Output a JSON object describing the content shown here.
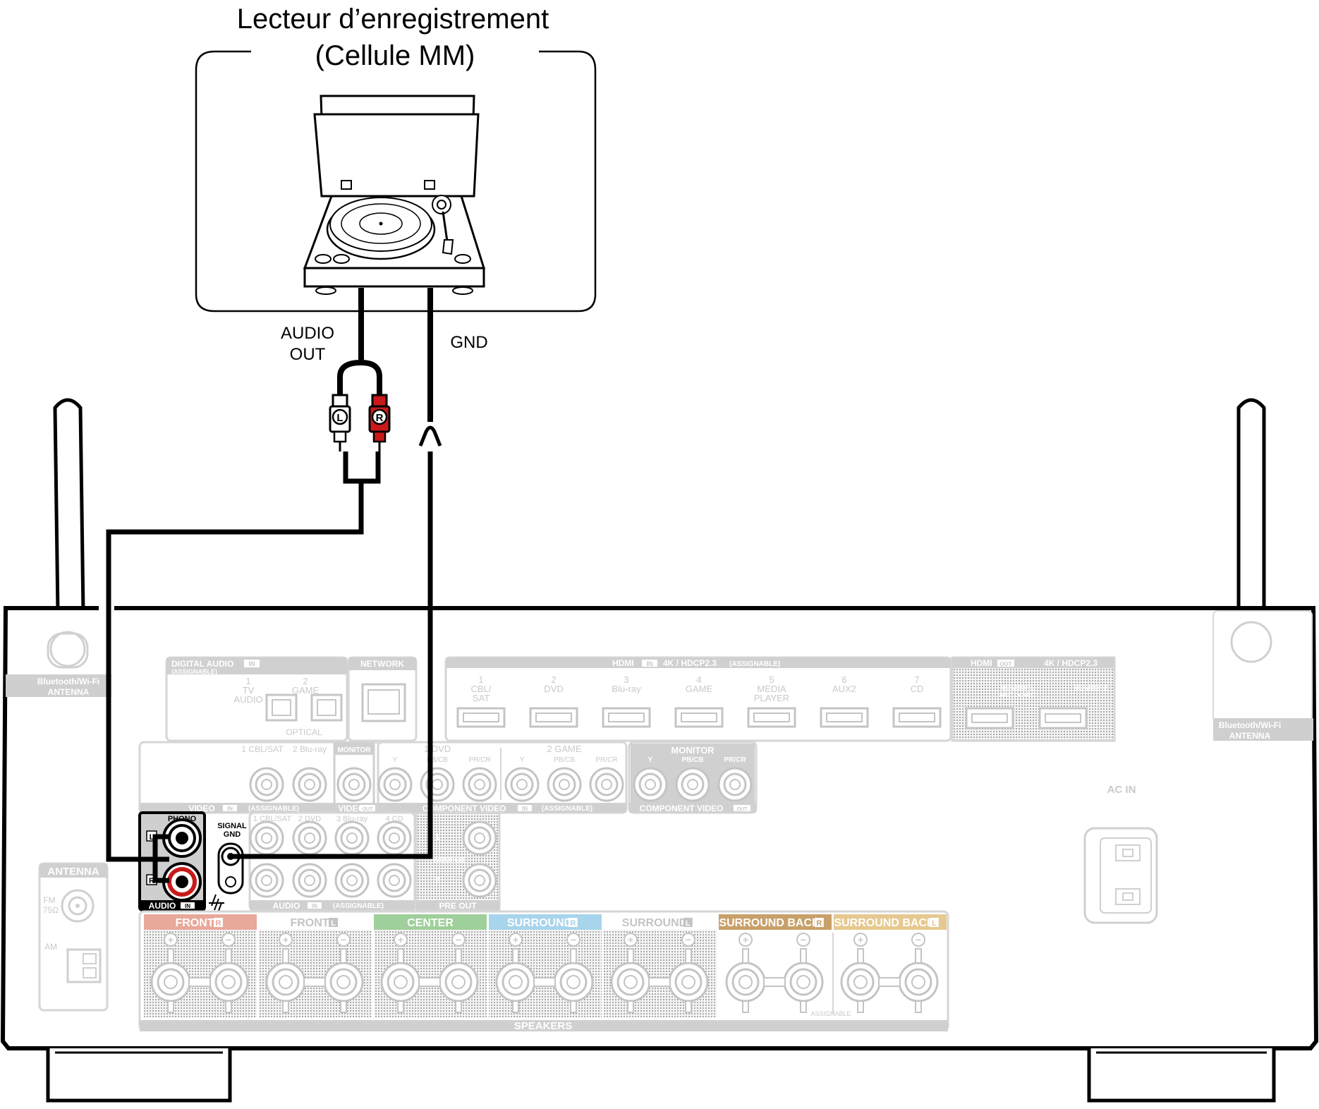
{
  "device": {
    "title_line1": "Lecteur d’enregistrement",
    "title_line2": "(Cellule MM)"
  },
  "cables": {
    "audio_out_line1": "AUDIO",
    "audio_out_line2": "OUT",
    "gnd": "GND",
    "plug_left": "L",
    "plug_right": "R"
  },
  "receiver": {
    "bt_antenna_left_line1": "Bluetooth/Wi-Fi",
    "bt_antenna_left_line2": "ANTENNA",
    "bt_antenna_right_line1": "Bluetooth/Wi-Fi",
    "bt_antenna_right_line2": "ANTENNA",
    "digital_audio": {
      "title": "DIGITAL AUDIO",
      "badge": "IN",
      "sub": "(ASSIGNABLE)",
      "port1_num": "1",
      "port1_line1": "TV",
      "port1_line2": "AUDIO",
      "port2_num": "2",
      "port2_line1": "GAME",
      "footer": "OPTICAL"
    },
    "network": {
      "title": "NETWORK"
    },
    "hdmi_in": {
      "title": "HDMI",
      "badge": "IN",
      "spec": "4K / HDCP2.3",
      "sub": "(ASSIGNABLE)",
      "inputs": [
        {
          "num": "1",
          "line1": "CBL/",
          "line2": "SAT"
        },
        {
          "num": "2",
          "line1": "DVD",
          "line2": ""
        },
        {
          "num": "3",
          "line1": "Blu-ray",
          "line2": ""
        },
        {
          "num": "4",
          "line1": "GAME",
          "line2": ""
        },
        {
          "num": "5",
          "line1": "MEDIA",
          "line2": "PLAYER"
        },
        {
          "num": "6",
          "line1": "AUX2",
          "line2": ""
        },
        {
          "num": "7",
          "line1": "CD",
          "line2": ""
        }
      ]
    },
    "hdmi_out": {
      "title": "HDMI",
      "badge": "OUT",
      "spec": "4K / HDCP2.3",
      "mon1_line1": "MONITOR1",
      "mon1_line2": "ARC / eARC",
      "mon2": "MONITOR2"
    },
    "video": {
      "in1": "1 CBL/SAT",
      "in2": "2 Blu-ray",
      "monitor": "MONITOR",
      "footer": "VIDEO",
      "footer_badge": "IN",
      "footer_sub": "(ASSIGNABLE)",
      "out_footer": "VIDEO",
      "out_badge": "OUT"
    },
    "component_in": {
      "group1": "1 DVD",
      "group2": "2 GAME",
      "y": "Y",
      "pb": "PB/CB",
      "pr": "PR/CR",
      "footer": "COMPONENT VIDEO",
      "badge": "IN",
      "sub": "(ASSIGNABLE)"
    },
    "component_out": {
      "title": "MONITOR",
      "y": "Y",
      "pb": "PB/CB",
      "pr": "PR/CR",
      "footer": "COMPONENT VIDEO",
      "badge": "OUT"
    },
    "phono": {
      "title": "PHONO",
      "l": "L",
      "r": "R",
      "footer": "AUDIO",
      "badge": "IN"
    },
    "signal_gnd_line1": "SIGNAL",
    "signal_gnd_line2": "GND",
    "audio_in": {
      "inputs": [
        "1 CBL/SAT",
        "2 DVD",
        "3 Blu-ray",
        "4 CD"
      ],
      "footer": "AUDIO",
      "badge": "IN",
      "sub": "(ASSIGNABLE)"
    },
    "pre_out": {
      "sub1": "1",
      "woofer": "WOOFER",
      "sub2": "2",
      "footer": "PRE OUT"
    },
    "ac_in": "AC IN",
    "antenna": {
      "title": "ANTENNA",
      "fm_line1": "FM",
      "fm_line2": "75Ω",
      "am": "AM"
    },
    "speakers": {
      "labels": [
        "FRONT",
        "FRONT",
        "CENTER",
        "SURROUND",
        "SURROUND",
        "SURROUND BACK",
        "SURROUND BACK"
      ],
      "badges": [
        "R",
        "L",
        "",
        "R",
        "L",
        "R",
        "L"
      ],
      "colors": [
        "#e8a89a",
        "#ffffff",
        "#9fcf9a",
        "#a8d4ec",
        "#ffffff",
        "#c8a06a",
        "#e6c990"
      ],
      "plus": "+",
      "minus": "−",
      "assignable": "ASSIGNABLE",
      "footer": "SPEAKERS"
    }
  }
}
